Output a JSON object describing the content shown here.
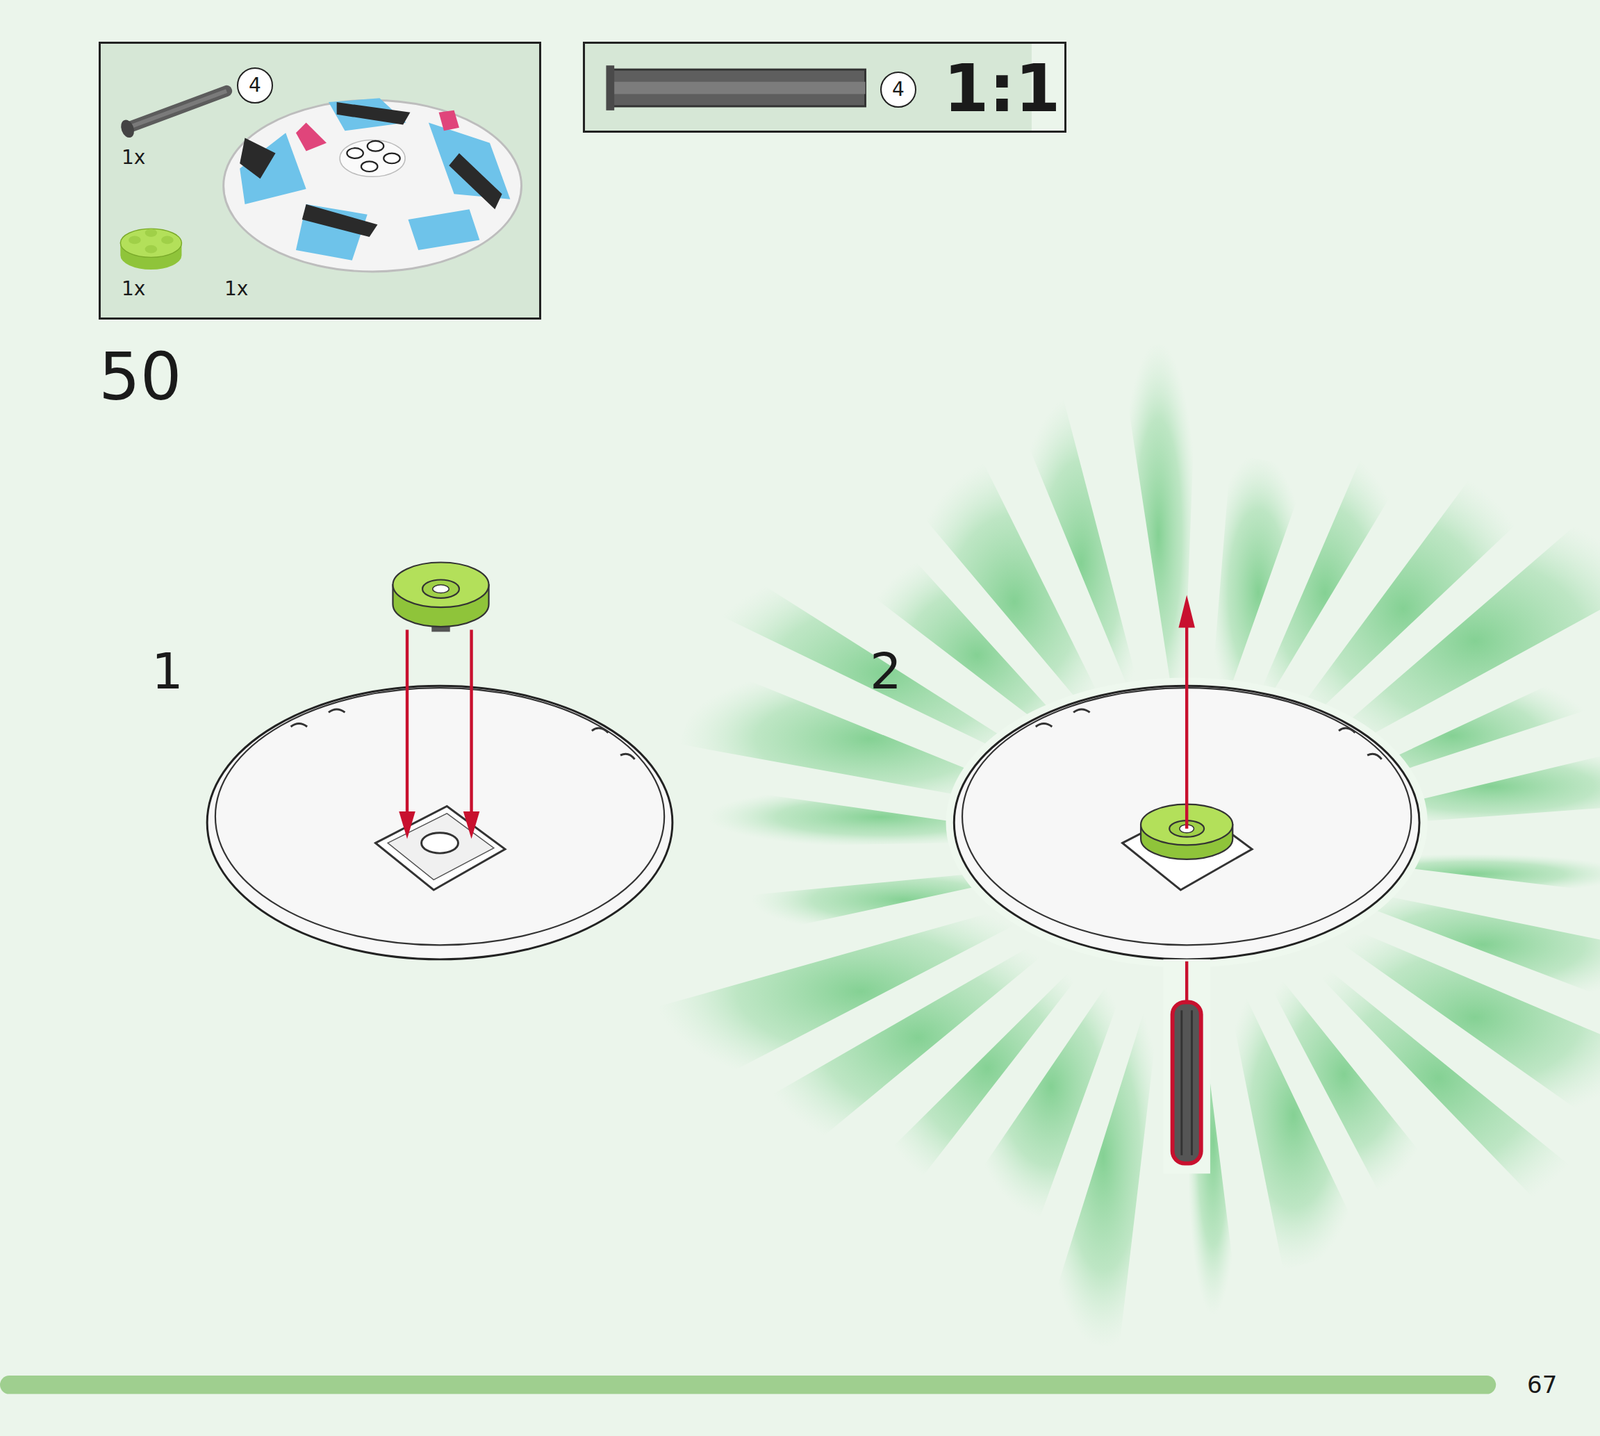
{
  "diagram": {
    "nodes": [
      {
        "text": [
          "1x",
          "1x",
          "1x"
        ]
      },
      {
        "text": [
          "4"
        ],
        "in": 0
      },
      {
        "text": [
          "1:1"
        ]
      },
      {
        "text": [
          "4"
        ],
        "in": 2
      }
    ],
    "labels": [
      "50",
      "1",
      "2",
      "67"
    ]
  }
}
